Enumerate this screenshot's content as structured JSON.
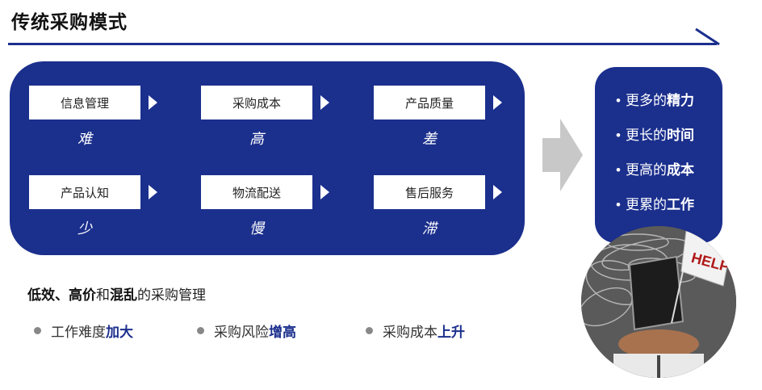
{
  "title": "传统采购模式",
  "grid": [
    {
      "label": "信息管理",
      "verdict": "难"
    },
    {
      "label": "采购成本",
      "verdict": "高"
    },
    {
      "label": "产品质量",
      "verdict": "差"
    },
    {
      "label": "产品认知",
      "verdict": "少"
    },
    {
      "label": "物流配送",
      "verdict": "慢"
    },
    {
      "label": "售后服务",
      "verdict": "滞"
    }
  ],
  "benefits": [
    {
      "prefix": "更多的",
      "bold": "精力"
    },
    {
      "prefix": "更长的",
      "bold": "时间"
    },
    {
      "prefix": "更高的",
      "bold": "成本"
    },
    {
      "prefix": "更累的",
      "bold": "工作"
    }
  ],
  "summary": {
    "part1": "低效、高价",
    "part2": "和",
    "part3": "混乱",
    "part4": "的采购管理"
  },
  "points": [
    {
      "text": "工作难度",
      "highlight": "加大"
    },
    {
      "text": "采购风险",
      "highlight": "增高"
    },
    {
      "text": "采购成本",
      "highlight": "上升"
    }
  ],
  "photo": {
    "sign_text": "HELP!"
  },
  "colors": {
    "primary": "#1b2f8d",
    "arrow": "#c8c8c8"
  }
}
